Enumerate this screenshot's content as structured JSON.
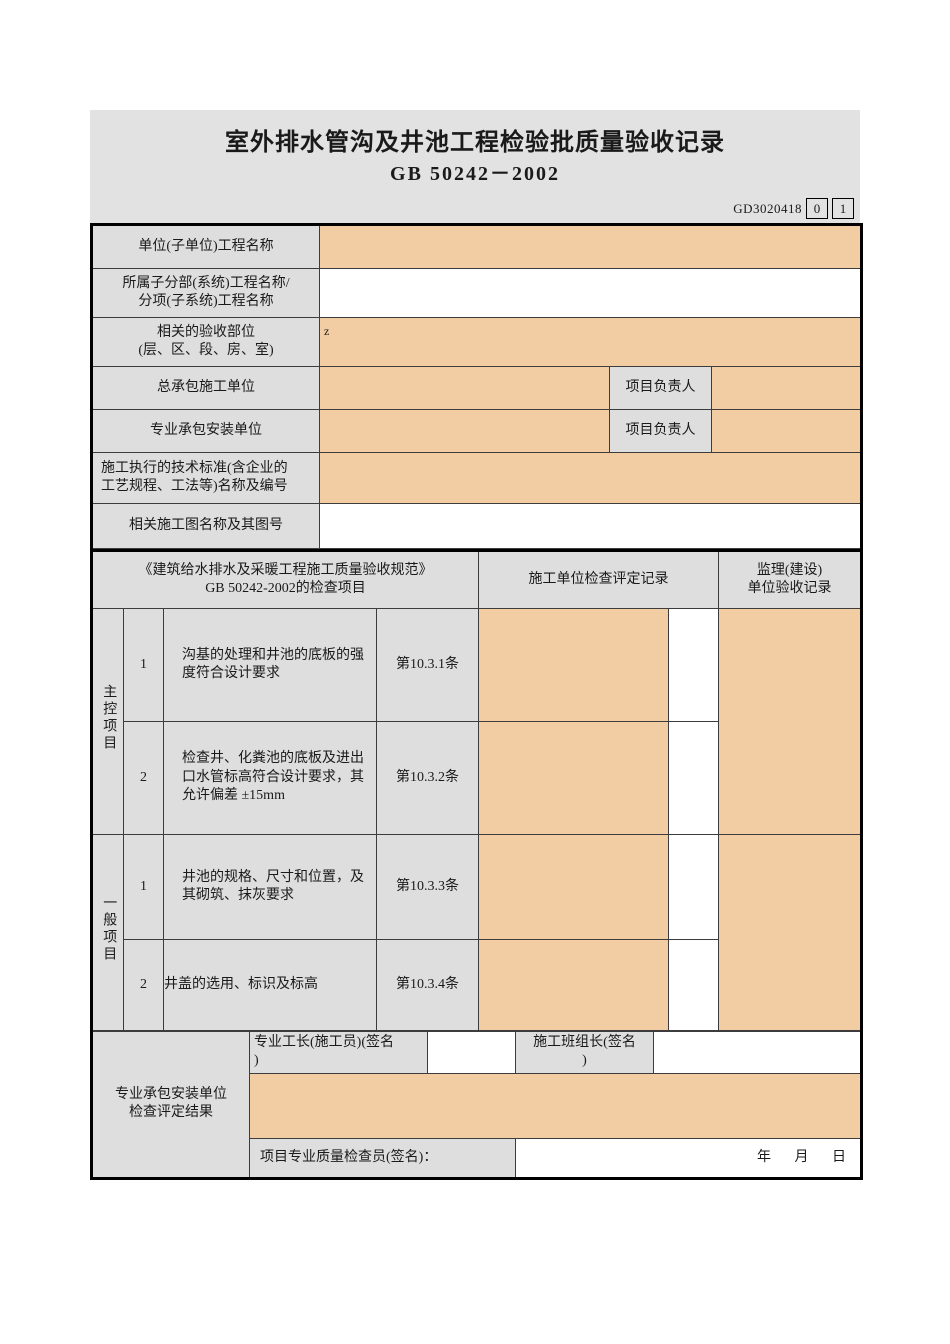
{
  "header": {
    "title": "室外排水管沟及井池工程检验批质量验收记录",
    "standard": "GB 50242－2002",
    "form_code": "GD3020418",
    "code_box_1": "0",
    "code_box_2": "1"
  },
  "info_rows": {
    "unit_project_label": "单位(子单位)工程名称",
    "unit_project_value": "",
    "sub_division_label_line1": "所属子分部(系统)工程名称/",
    "sub_division_label_line2": "分项(子系统)工程名称",
    "sub_division_value": "",
    "acceptance_part_label_line1": "相关的验收部位",
    "acceptance_part_label_line2": "(层、区、段、房、室)",
    "acceptance_part_value": "z",
    "main_contractor_label": "总承包施工单位",
    "main_contractor_value": "",
    "main_contractor_pm_label": "项目负责人",
    "main_contractor_pm_value": "",
    "pro_contractor_label": "专业承包安装单位",
    "pro_contractor_value": "",
    "pro_contractor_pm_label": "项目负责人",
    "pro_contractor_pm_value": "",
    "tech_standard_label_line1": "施工执行的技术标准(含企业的",
    "tech_standard_label_line2": "工艺规程、工法等)名称及编号",
    "tech_standard_value": "",
    "drawing_label": "相关施工图名称及其图号",
    "drawing_value": ""
  },
  "table_header": {
    "spec_line1": "《建筑给水排水及采暖工程施工质量验收规范》",
    "spec_line2": "GB  50242-2002的检查项目",
    "construction_record": "施工单位检查评定记录",
    "supervision_record_line1": "监理(建设)",
    "supervision_record_line2": "单位验收记录"
  },
  "categories": [
    {
      "name": "主控项目",
      "items": [
        {
          "no": "1",
          "text_line1": "沟基的处理和井池的底板的强",
          "text_line2": "度符合设计要求",
          "clause": "第10.3.1条",
          "construction_value": "",
          "supervision_value": ""
        },
        {
          "no": "2",
          "text_line1": "检查井、化粪池的底板及进出",
          "text_line2": "口水管标高符合设计要求，其",
          "text_line3": "允许偏差 ±15mm",
          "clause": "第10.3.2条",
          "construction_value": "",
          "supervision_value": ""
        }
      ]
    },
    {
      "name": "一般项目",
      "items": [
        {
          "no": "1",
          "text_line1": "井池的规格、尺寸和位置，及",
          "text_line2": "其砌筑、抹灰要求",
          "clause": "第10.3.3条",
          "construction_value": "",
          "supervision_value": ""
        },
        {
          "no": "2",
          "text_line1": "井盖的选用、标识及标高",
          "text_line2": "",
          "clause": "第10.3.4条",
          "construction_value": "",
          "supervision_value": ""
        }
      ]
    }
  ],
  "footer": {
    "result_label_line1": "专业承包安装单位",
    "result_label_line2": "检查评定结果",
    "foreman_label_line1": "专业工长(施工员)(签名",
    "foreman_label_line2": ")",
    "foreman_value": "",
    "team_leader_label_line1": "施工班组长(签名",
    "team_leader_label_line2": ")",
    "team_leader_value": "",
    "result_value": "",
    "inspector_label": "项目专业质量检查员(签名)：",
    "inspector_value": "",
    "date_label": "年  月  日"
  }
}
